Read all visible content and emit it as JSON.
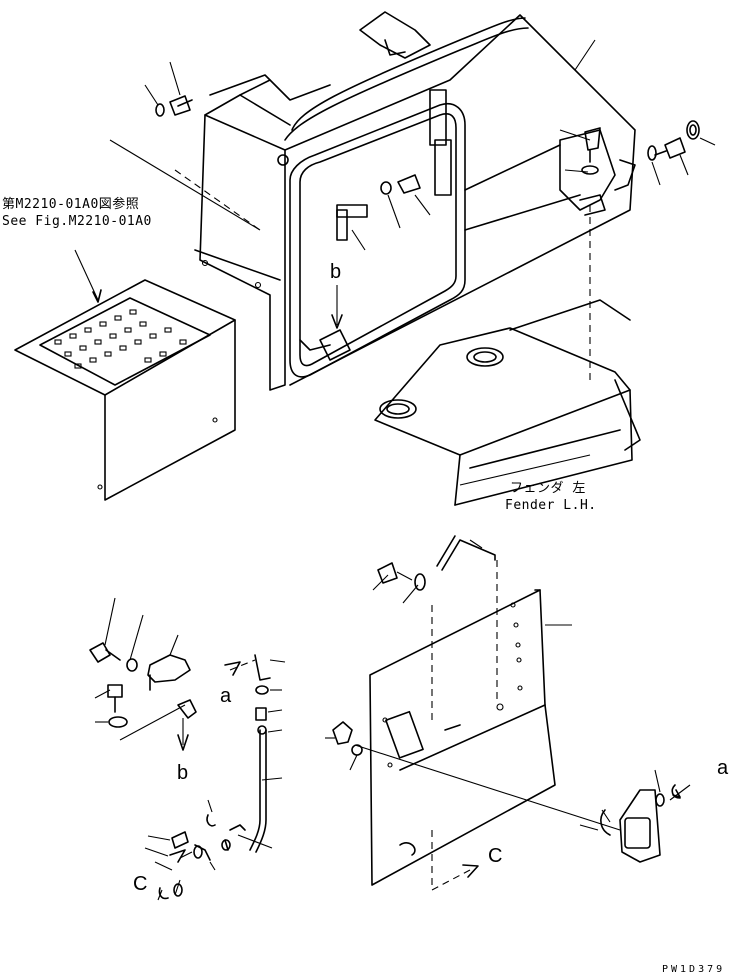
{
  "callouts": {
    "ref_jp": "第M2210-01A0図参照",
    "ref_en": "See Fig.M2210-01A0",
    "fender_jp": "フェンダ 左",
    "fender_en": "Fender L.H."
  },
  "view_marks": {
    "b_top": "b",
    "b_bottom": "b",
    "a_left": "a",
    "a_right": "a",
    "c_left": "C",
    "c_right": "C"
  },
  "drawing_code": "PW1D379"
}
